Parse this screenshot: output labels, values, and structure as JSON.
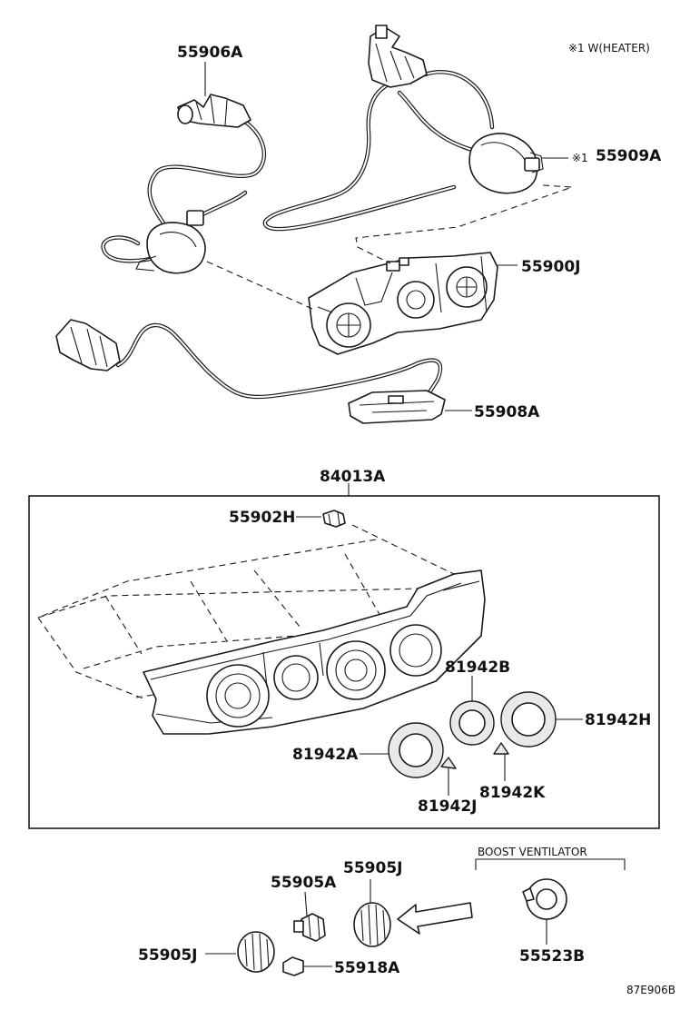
{
  "note": "※1 W(HEATER)",
  "diagram_code": "87E906B",
  "boost_label": "BOOST VENTILATOR",
  "parts": {
    "p55906A": "55906A",
    "p55909A": "55909A",
    "p55909A_mark": "※1",
    "p55900J": "55900J",
    "p55908A": "55908A",
    "p84013A": "84013A",
    "p55902H": "55902H",
    "p81942B": "81942B",
    "p81942H": "81942H",
    "p81942A": "81942A",
    "p81942J": "81942J",
    "p81942K": "81942K",
    "p55905J_top": "55905J",
    "p55905A": "55905A",
    "p55905J_bottom": "55905J",
    "p55918A": "55918A",
    "p55523B": "55523B"
  }
}
